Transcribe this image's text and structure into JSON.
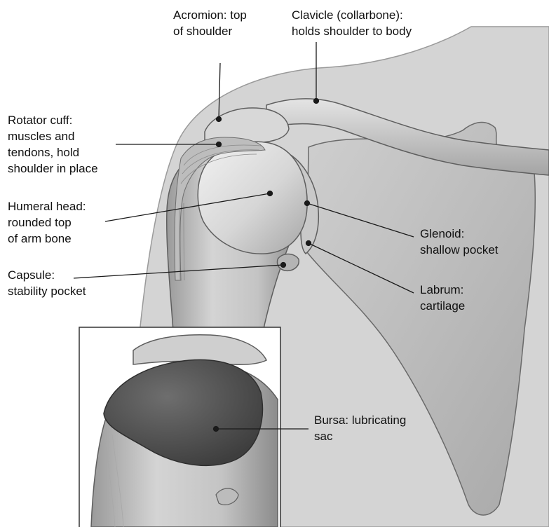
{
  "colors": {
    "skin": "#d0d0d0",
    "bone": "#bebebe",
    "bone_light": "#e6e6e6",
    "bone_dark": "#8e8e8e",
    "bursa": "#5a5a5a",
    "leader": "#1a1a1a",
    "text": "#111111"
  },
  "labels": {
    "acromion": [
      "Acromion: top",
      "of shoulder"
    ],
    "clavicle": [
      "Clavicle (collarbone):",
      "holds shoulder to body"
    ],
    "rotator_cuff": [
      "Rotator cuff:",
      "muscles and",
      "tendons, hold",
      "shoulder in place"
    ],
    "humeral_head": [
      "Humeral head:",
      "rounded top",
      "of arm bone"
    ],
    "capsule": [
      "Capsule:",
      "stability pocket"
    ],
    "glenoid": [
      "Glenoid:",
      "shallow pocket"
    ],
    "labrum": [
      "Labrum:",
      "cartilage"
    ],
    "bursa": [
      "Bursa: lubricating",
      "sac"
    ]
  }
}
